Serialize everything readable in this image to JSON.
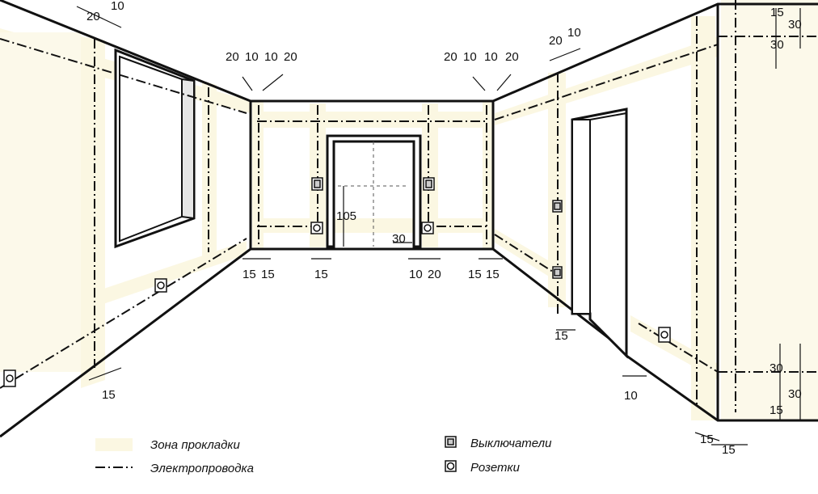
{
  "legend": {
    "zone_label": "Зона прокладки",
    "wiring_label": "Электропроводка",
    "switches_label": "Выключатели",
    "sockets_label": "Розетки"
  },
  "dimensions": {
    "top_left_20": "20",
    "top_left_10": "10",
    "back_left_20a": "20",
    "back_left_10a": "10",
    "back_left_10b": "10",
    "back_left_20b": "20",
    "back_right_20a": "20",
    "back_right_10a": "10",
    "back_right_10b": "10",
    "back_right_20b": "20",
    "right_top_20": "20",
    "right_top_10": "10",
    "right_corner_15": "15",
    "right_corner_30a": "30",
    "right_corner_30b": "30",
    "door_height_105": "105",
    "door_30": "30",
    "floor_15a": "15",
    "floor_15b": "15",
    "floor_15c": "15",
    "floor_10": "10",
    "floor_20": "20",
    "floor_15d": "15",
    "floor_15e": "15",
    "door2_15": "15",
    "left_wall_15": "15",
    "right_wall_10": "10",
    "bottom_right_30a": "30",
    "bottom_right_30b": "30",
    "bottom_right_15a": "15",
    "bottom_right_15b": "15",
    "bottom_right_15c": "15"
  }
}
